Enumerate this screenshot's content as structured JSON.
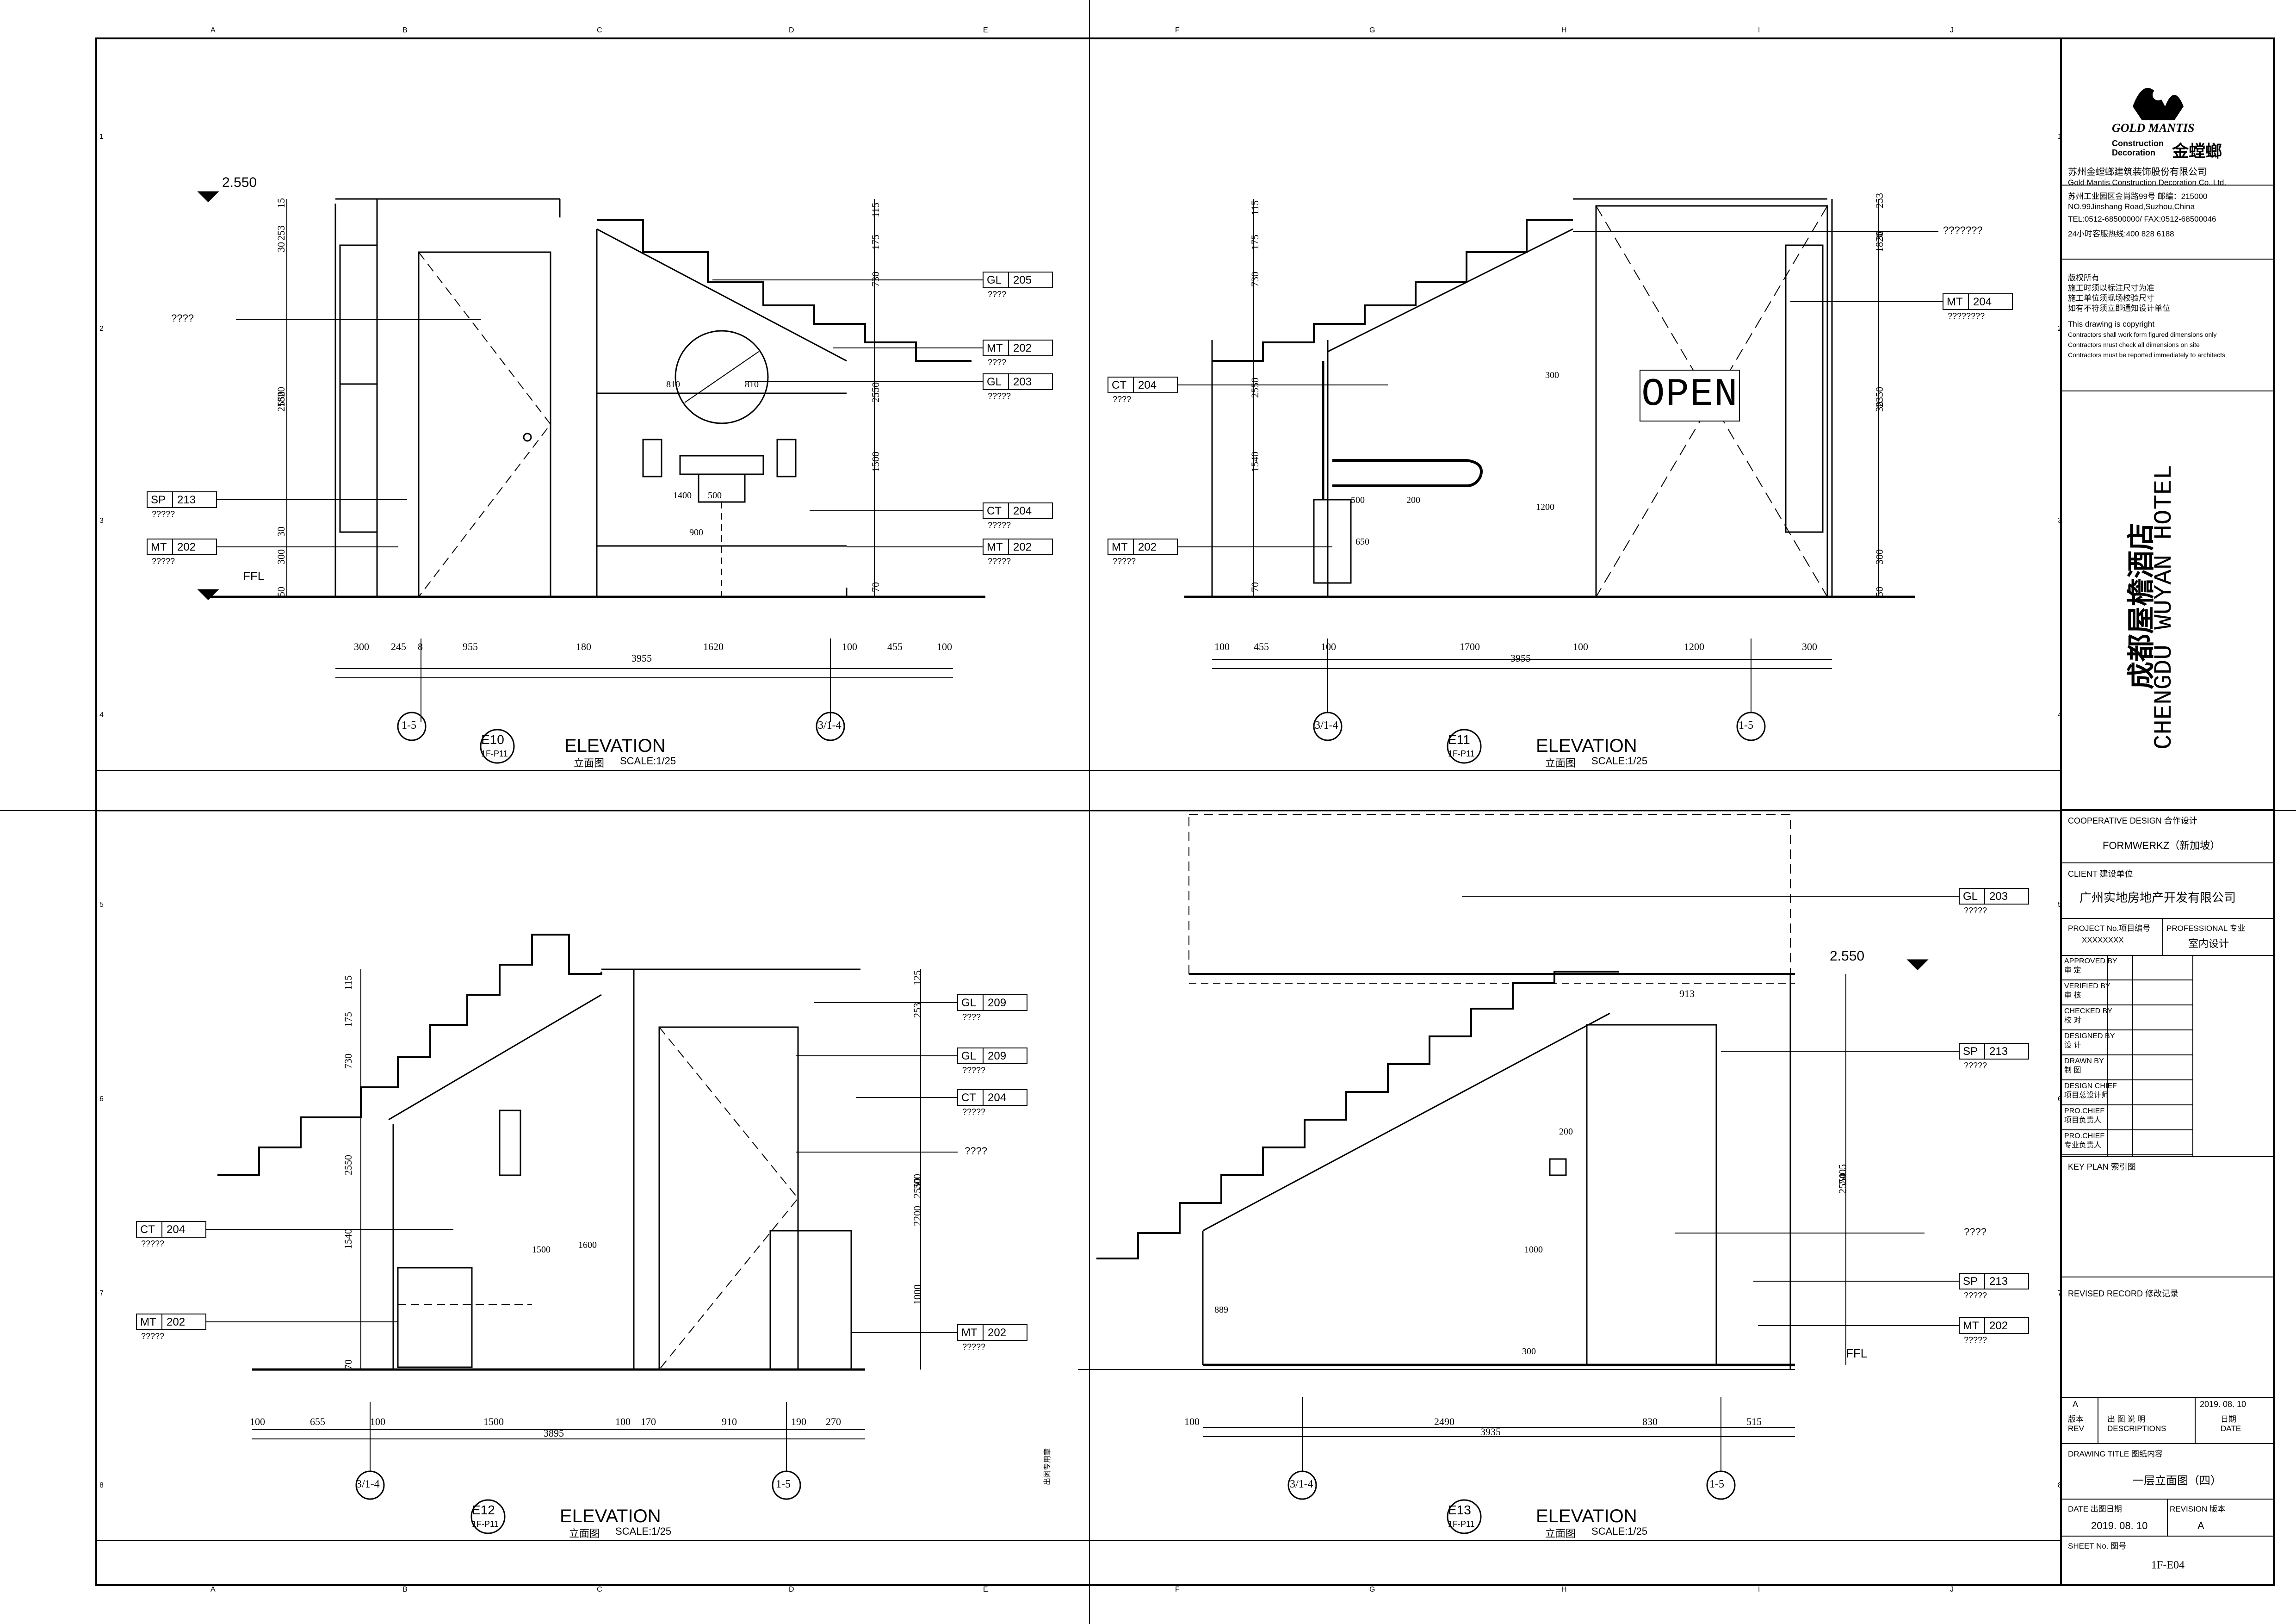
{
  "sheet": {
    "ruler_columns": [
      "A",
      "B",
      "C",
      "D",
      "E",
      "F",
      "G",
      "H",
      "I",
      "J"
    ],
    "ruler_rows": [
      "1",
      "2",
      "3",
      "4",
      "5",
      "6",
      "7",
      "8"
    ]
  },
  "elevations": {
    "e10": {
      "code": "E10",
      "ref": "1F-P11",
      "title": "ELEVATION",
      "subtitle": "立面图",
      "scale": "SCALE:1/25",
      "level": "2.550",
      "ffl": "FFL",
      "tags": [
        {
          "code": "GL",
          "num": "205",
          "sub": "????"
        },
        {
          "code": "MT",
          "num": "202",
          "sub": "????"
        },
        {
          "code": "GL",
          "num": "203",
          "sub": "?????"
        },
        {
          "code": "CT",
          "num": "204",
          "sub": "?????"
        },
        {
          "code": "MT",
          "num": "202",
          "sub": "?????"
        },
        {
          "code": "SP",
          "num": "213",
          "sub": "?????"
        },
        {
          "code": "MT",
          "num": "202",
          "sub": "?????"
        }
      ],
      "note_left": "????",
      "bottom_dims": [
        "300",
        "245",
        "8",
        "955",
        "180",
        "1620",
        "100",
        "455",
        "100"
      ],
      "total_dim": "3955",
      "v_dims_left": [
        "15",
        "253",
        "30",
        "1820",
        "2550",
        "30",
        "300",
        "50"
      ],
      "v_dims_right": [
        "115",
        "175",
        "730",
        "2550",
        "1500",
        "70"
      ],
      "inner_dims": [
        "810",
        "810",
        "500",
        "900",
        "1400"
      ],
      "grid": [
        "1-5",
        "3/1-4"
      ]
    },
    "e11": {
      "code": "E11",
      "ref": "1F-P11",
      "title": "ELEVATION",
      "subtitle": "立面图",
      "scale": "SCALE:1/25",
      "open_sign": "OPEN",
      "tags": [
        {
          "code": "MT",
          "num": "204",
          "sub": "????????"
        },
        {
          "code": "CT",
          "num": "204",
          "sub": "????"
        },
        {
          "code": "MT",
          "num": "202",
          "sub": "?????"
        }
      ],
      "note_right": "???????",
      "bottom_dims": [
        "100",
        "455",
        "100",
        "1700",
        "100",
        "1200",
        "300"
      ],
      "total_dim": "3955",
      "v_dims_left": [
        "115",
        "175",
        "730",
        "2550",
        "1540",
        "70"
      ],
      "v_dims_right": [
        "253",
        "30",
        "1820",
        "2350",
        "30",
        "300",
        "50"
      ],
      "inner_dims": [
        "300",
        "1200",
        "500",
        "200",
        "650"
      ],
      "grid": [
        "3/1-4",
        "1-5"
      ]
    },
    "e12": {
      "code": "E12",
      "ref": "1F-P11",
      "title": "ELEVATION",
      "subtitle": "立面图",
      "scale": "SCALE:1/25",
      "tags": [
        {
          "code": "GL",
          "num": "209",
          "sub": "????"
        },
        {
          "code": "GL",
          "num": "209",
          "sub": "?????"
        },
        {
          "code": "CT",
          "num": "204",
          "sub": "?????"
        },
        {
          "code": "CT",
          "num": "204",
          "sub": "?????"
        },
        {
          "code": "MT",
          "num": "202",
          "sub": "?????"
        },
        {
          "code": "MT",
          "num": "202",
          "sub": "?????"
        }
      ],
      "note_right": "????",
      "bottom_dims": [
        "100",
        "655",
        "100",
        "1500",
        "100",
        "170",
        "910",
        "190",
        "270"
      ],
      "total_dim": "3895",
      "v_dims_left": [
        "115",
        "175",
        "730",
        "2550",
        "1540",
        "70"
      ],
      "v_dims_right": [
        "125",
        "253",
        "300",
        "2200",
        "2550",
        "1000"
      ],
      "inner_dims": [
        "1500",
        "1600"
      ],
      "grid": [
        "3/1-4",
        "1-5"
      ],
      "stamp": "出图专用章"
    },
    "e13": {
      "code": "E13",
      "ref": "1F-P11",
      "title": "ELEVATION",
      "subtitle": "立面图",
      "scale": "SCALE:1/25",
      "level": "2.550",
      "ffl": "FFL",
      "tags": [
        {
          "code": "GL",
          "num": "203",
          "sub": "?????"
        },
        {
          "code": "SP",
          "num": "213",
          "sub": "?????"
        },
        {
          "code": "SP",
          "num": "213",
          "sub": "?????"
        },
        {
          "code": "MT",
          "num": "202",
          "sub": "?????"
        }
      ],
      "note_right": "????",
      "bottom_dims": [
        "100",
        "2490",
        "830",
        "515"
      ],
      "total_dim": "3935",
      "top_dim": "913",
      "v_dims_right": [
        "2405",
        "2550"
      ],
      "inner_dims": [
        "200",
        "1000",
        "300",
        "889"
      ],
      "grid": [
        "3/1-4",
        "1-5"
      ]
    }
  },
  "title_block": {
    "logo_text": "GOLD MANTIS",
    "company_en_1": "Construction",
    "company_en_2": "Decoration",
    "company_cn_mark": "金螳螂",
    "company_cn": "苏州金螳螂建筑装饰股份有限公司",
    "company_en": "Gold Mantis Construction Decoration Co.,Ltd.",
    "address_cn": "苏州工业园区金尚路99号  邮编：215000",
    "address_en": "NO.99Jinshang Road,Suzhou,China",
    "tel": "TEL:0512-68500000/ FAX:0512-68500046",
    "hotline": "24小时客服热线:400 828 6188",
    "copyright_cn": [
      "版权所有",
      "施工时须以标注尺寸为准",
      "施工单位须现场校验尺寸",
      "如有不符须立即通知设计单位"
    ],
    "copyright_en": [
      "This drawing is copyright",
      "Contractors shall work form figured dimensions only",
      "Contractors must check all dimensions on site",
      "Contractors must be reported immediately to architects"
    ],
    "project_cn": "成都屋檐酒店",
    "project_en": "CHENGDU WUYAN HOTEL",
    "coop_label": "COOPERATIVE DESIGN  合作设计",
    "coop_value": "FORMWERKZ（新加坡）",
    "client_label": "CLIENT 建设单位",
    "client_value": "广州实地房地产开发有限公司",
    "project_no_label": "PROJECT No.项目编号",
    "project_no_value": "XXXXXXXX",
    "professional_label": "PROFESSIONAL 专业",
    "professional_value": "室内设计",
    "roles": [
      {
        "en": "APPROVED BY",
        "cn": "审 定"
      },
      {
        "en": "VERIFIED BY",
        "cn": "审 核"
      },
      {
        "en": "CHECKED BY",
        "cn": "校 对"
      },
      {
        "en": "DESIGNED BY",
        "cn": "设 计"
      },
      {
        "en": "DRAWN BY",
        "cn": "制 图"
      },
      {
        "en": "DESIGN CHIEF",
        "cn": "项目总设计师"
      },
      {
        "en": "PRO.CHIEF",
        "cn": "项目负责人"
      },
      {
        "en": "PRO.CHIEF",
        "cn": "专业负责人"
      }
    ],
    "key_plan_label": "KEY PLAN 索引图",
    "revised_label": "REVISED RECORD  修改记录",
    "rev_code": "A",
    "rev_date": "2019. 08. 10",
    "rev_header": [
      {
        "cn": "版本",
        "en": "REV"
      },
      {
        "cn": "出 图 说 明",
        "en": "DESCRIPTIONS"
      },
      {
        "cn": "日期",
        "en": "DATE"
      }
    ],
    "drawing_title_label": "DRAWING TITLE  图纸内容",
    "drawing_title_value": "一层立面图（四）",
    "date_label": "DATE  出图日期",
    "date_value": "2019. 08. 10",
    "revision_label": "REVISION  版本",
    "revision_value": "A",
    "sheet_no_label": "SHEET No.  图号",
    "sheet_no_value": "1F-E04"
  }
}
